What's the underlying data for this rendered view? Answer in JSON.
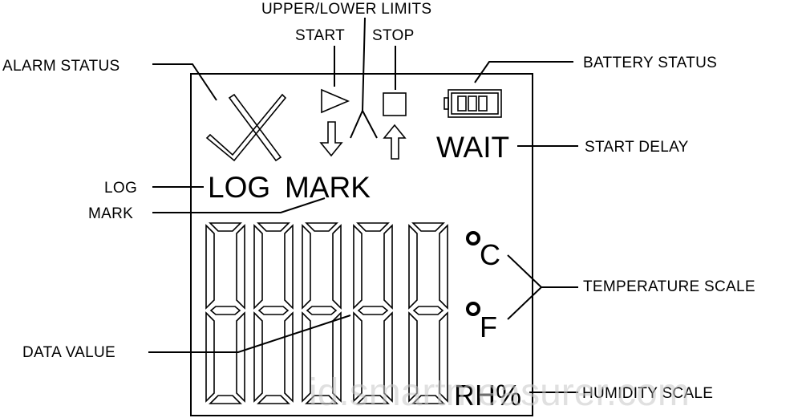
{
  "callouts": {
    "upper_lower_limits": "UPPER/LOWER LIMITS",
    "start": "START",
    "stop": "STOP",
    "alarm_status": "ALARM STATUS",
    "battery_status": "BATTERY STATUS",
    "start_delay": "START DELAY",
    "log": "LOG",
    "mark": "MARK",
    "temperature_scale": "TEMPERATURE SCALE",
    "data_value": "DATA VALUE",
    "humidity_scale": "HUMIDITY SCALE"
  },
  "lcd": {
    "wait": "WAIT",
    "log": "LOG",
    "mark": "MARK",
    "celsius": "C",
    "fahrenheit": "F",
    "rh": "RH%",
    "icons": [
      "alarm-x-icon",
      "start-triangle-icon",
      "stop-square-icon",
      "down-arrow-icon",
      "up-arrow-icon",
      "battery-icon"
    ]
  },
  "watermark": "id.smartmeasurer.com"
}
